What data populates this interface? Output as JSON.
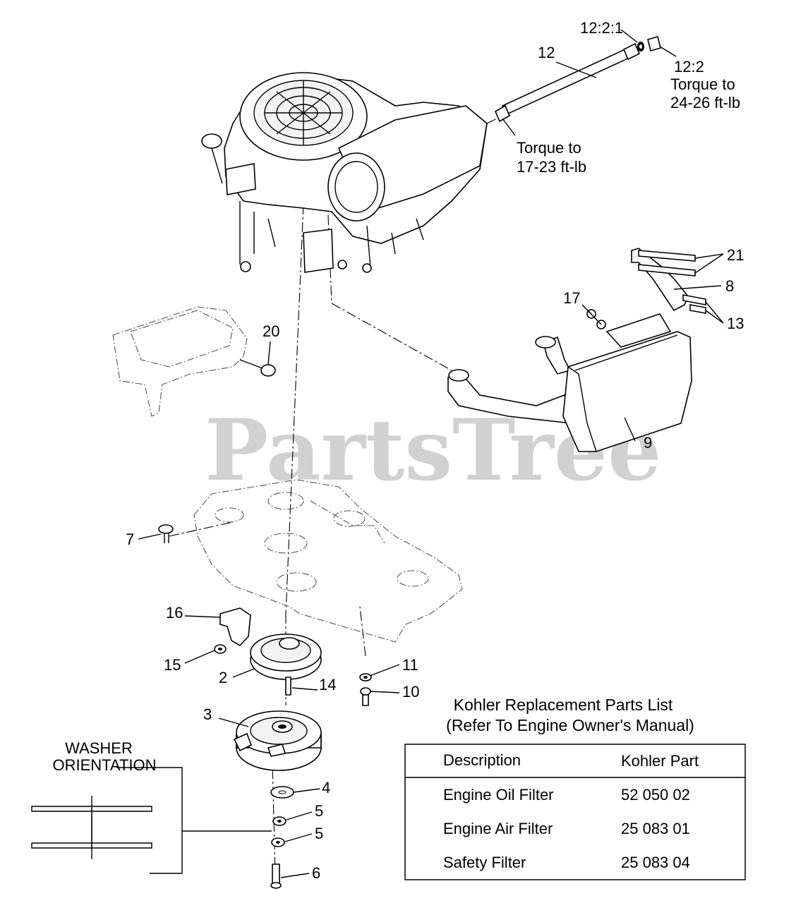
{
  "watermark": "PartsTree",
  "callouts": {
    "c12_2_1": "12:2:1",
    "c12": "12",
    "c12_2": "12:2",
    "torque_12_2_line1": "Torque to",
    "torque_12_2_line2": "24-26 ft-lb",
    "torque_12_line1": "Torque to",
    "torque_12_line2": "17-23 ft-lb",
    "c21": "21",
    "c8": "8",
    "c17": "17",
    "c13": "13",
    "c20": "20",
    "c9": "9",
    "c7": "7",
    "c16": "16",
    "c15": "15",
    "c2": "2",
    "c11": "11",
    "c14": "14",
    "c10": "10",
    "c3": "3",
    "c4": "4",
    "c5a": "5",
    "c5b": "5",
    "c6": "6"
  },
  "washer": {
    "title_line1": "WASHER",
    "title_line2": "ORIENTATION"
  },
  "parts_list": {
    "title_line1": "Kohler Replacement Parts List",
    "title_line2": "(Refer To Engine Owner's Manual)",
    "headers": [
      "Description",
      "Kohler Part"
    ],
    "rows": [
      [
        "Engine Oil Filter",
        "52 050 02"
      ],
      [
        "Engine Air Filter",
        "25 083 01"
      ],
      [
        "Safety Filter",
        "25 083 04"
      ]
    ]
  }
}
